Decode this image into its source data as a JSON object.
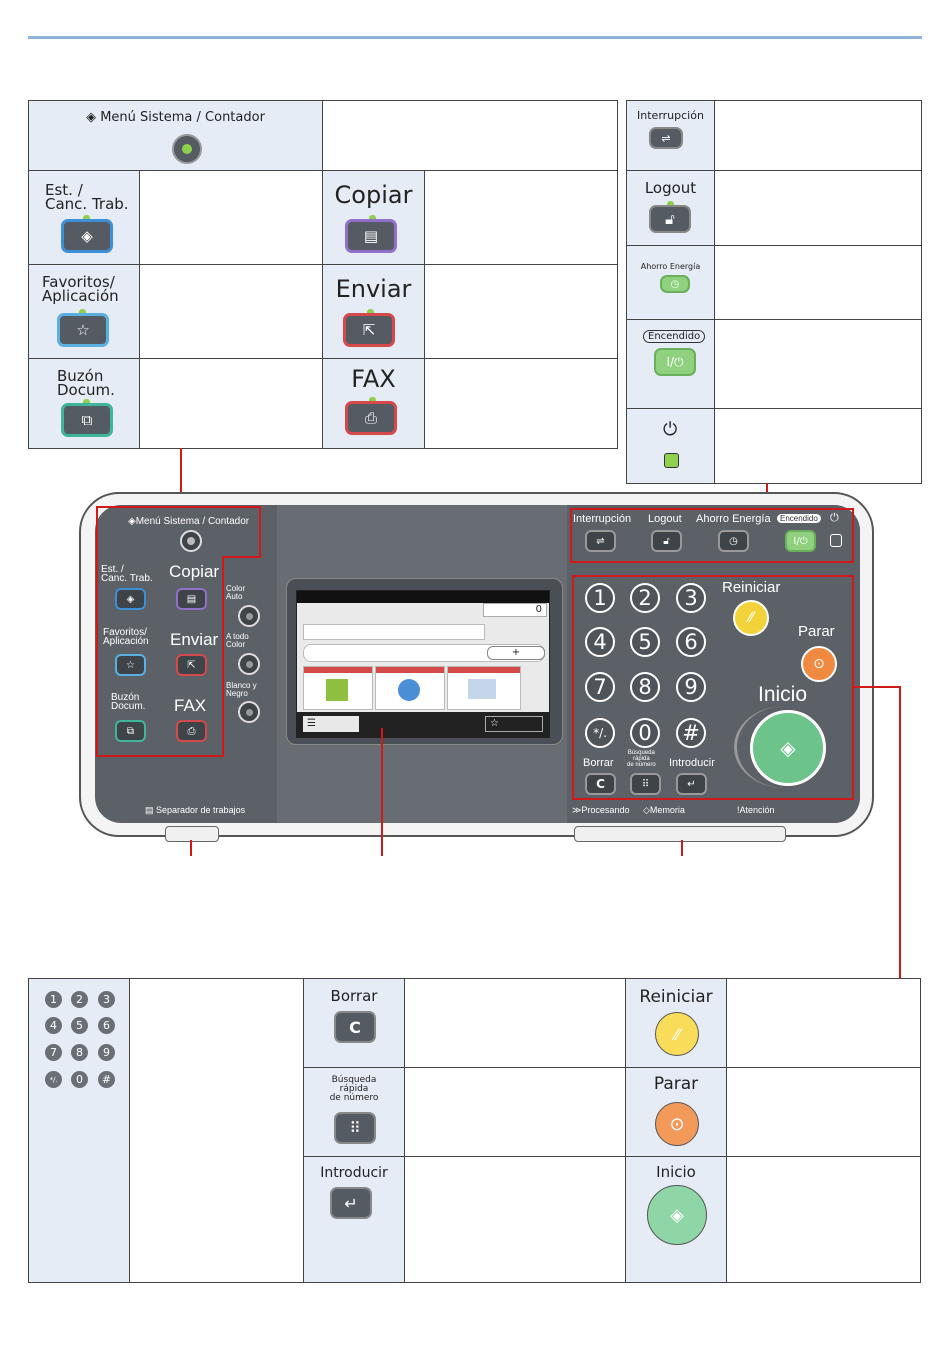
{
  "top_table": {
    "system_menu": "Menú Sistema / Contador",
    "est_canc": "Est. /\nCanc. Trab.",
    "copiar": "Copiar",
    "favoritos": "Favoritos/\nAplicación",
    "enviar": "Enviar",
    "buzon": "Buzón\nDocum.",
    "fax": "FAX"
  },
  "right_table": {
    "interrupcion": "Interrupción",
    "logout": "Logout",
    "ahorro": "Ahorro Energía",
    "encendido": "Encendido"
  },
  "panel": {
    "system_menu": "Menú Sistema / Contador",
    "est_canc": "Est. /\nCanc. Trab.",
    "copiar": "Copiar",
    "favoritos": "Favoritos/\nAplicación",
    "enviar": "Enviar",
    "buzon": "Buzón\nDocum.",
    "fax": "FAX",
    "color_auto": "Color\nAuto",
    "a_todo_color": "A todo\nColor",
    "blanco_negro": "Blanco y\nNegro",
    "separador": "Separador de trabajos",
    "interrupcion": "Interrupción",
    "logout": "Logout",
    "ahorro": "Ahorro Energía",
    "encendido": "Encendido",
    "reiniciar": "Reiniciar",
    "parar": "Parar",
    "inicio": "Inicio",
    "borrar": "Borrar",
    "busqueda": "Búsqueda\nrápida\nde número",
    "introducir": "Introducir",
    "procesando": "Procesando",
    "memoria": "Memoria",
    "atencion": "Atención",
    "screen_counter": "0",
    "keys": [
      "1",
      "2",
      "3",
      "4",
      "5",
      "6",
      "7",
      "8",
      "9",
      "*/.",
      "0",
      "#"
    ]
  },
  "bottom_table": {
    "keys": [
      "1",
      "2",
      "3",
      "4",
      "5",
      "6",
      "7",
      "8",
      "9",
      "*/.",
      "0",
      "#"
    ],
    "borrar": "Borrar",
    "busqueda": "Búsqueda\nrápida\nde número",
    "introducir": "Introducir",
    "reiniciar": "Reiniciar",
    "parar": "Parar",
    "inicio": "Inicio"
  },
  "colors": {
    "accent_line": "#8fb3d9",
    "callout_red": "#d21919",
    "cell_shade": "#e6ecf6"
  }
}
